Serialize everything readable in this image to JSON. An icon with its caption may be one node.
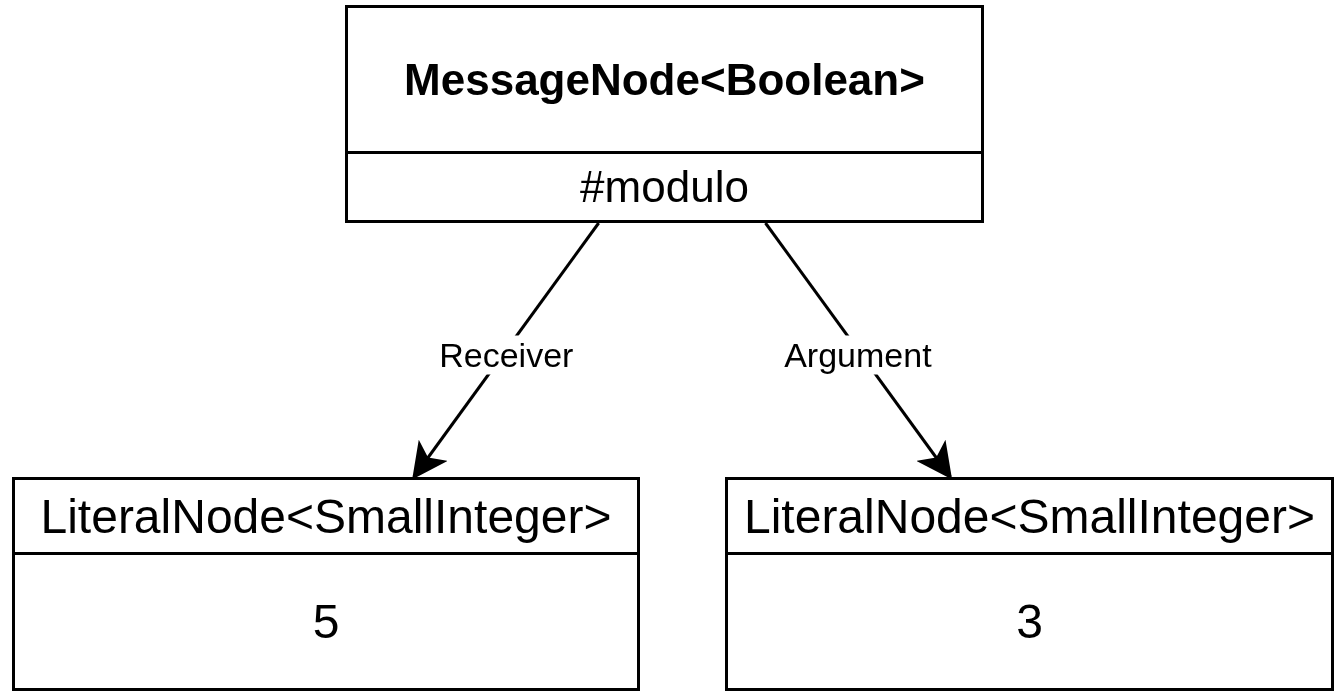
{
  "diagram": {
    "nodes": [
      {
        "text": [
          "MessageNode<Boolean>",
          "#modulo"
        ]
      },
      {
        "text": [
          "LiteralNode<SmallInteger>",
          "5"
        ]
      },
      {
        "text": [
          "LiteralNode<SmallInteger>",
          "3"
        ]
      }
    ],
    "edges": [
      {
        "from": 0,
        "to": 1,
        "arrow": "to",
        "label": "Receiver"
      },
      {
        "from": 0,
        "to": 2,
        "arrow": "to",
        "label": "Argument"
      }
    ]
  }
}
